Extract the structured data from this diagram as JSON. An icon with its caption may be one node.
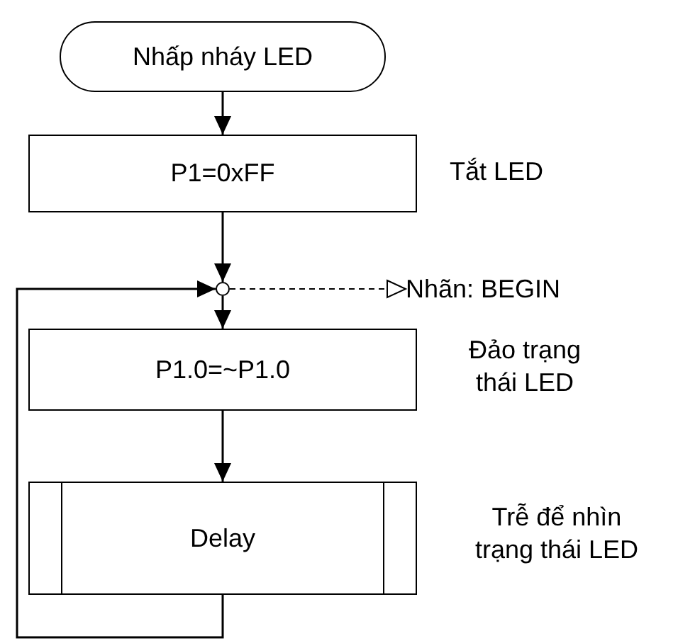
{
  "diagram": {
    "nodes": [
      {
        "text": [
          "Nhấp nháy LED"
        ]
      },
      {
        "text": [
          "P1=0xFF"
        ],
        "beside": [
          "Tắt LED"
        ]
      },
      {
        "text": [],
        "shape": "circle"
      },
      {
        "text": [
          "Nhãn: BEGIN"
        ]
      },
      {
        "text": [
          "P1.0=~P1.0"
        ],
        "beside": [
          "Đảo trạng thái LED"
        ]
      },
      {
        "text": [
          "Delay"
        ],
        "beside": [
          "Trễ để nhìn trạng thái LED"
        ]
      }
    ],
    "edges": [
      {
        "from": 0,
        "to": 1,
        "arrow": "to"
      },
      {
        "from": 1,
        "to": 2,
        "arrow": "to"
      },
      {
        "from": 2,
        "to": 4,
        "arrow": "to"
      },
      {
        "from": 4,
        "to": 5,
        "arrow": "to"
      },
      {
        "from": 5,
        "to": 2,
        "arrow": "to"
      },
      {
        "from": 2,
        "to": 3,
        "arrow": "to",
        "style": "dashed"
      }
    ]
  }
}
